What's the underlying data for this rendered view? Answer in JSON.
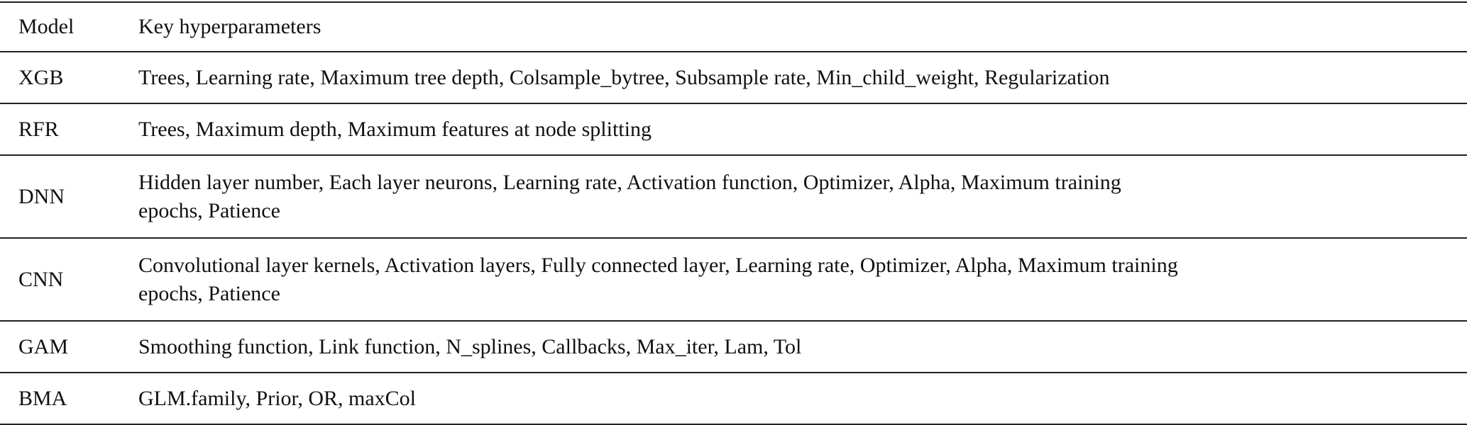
{
  "table": {
    "headers": [
      "Model",
      "Key hyperparameters"
    ],
    "rows": [
      {
        "model": "XGB",
        "params": [
          "Trees, Learning rate, Maximum tree depth, Colsample_bytree, Subsample rate, Min_child_weight, Regularization"
        ]
      },
      {
        "model": "RFR",
        "params": [
          "Trees, Maximum depth, Maximum features at node splitting"
        ]
      },
      {
        "model": "DNN",
        "params": [
          "Hidden layer number, Each layer neurons, Learning rate, Activation function, Optimizer, Alpha, Maximum training",
          "epochs, Patience"
        ]
      },
      {
        "model": "CNN",
        "params": [
          "Convolutional layer kernels, Activation layers, Fully connected layer, Learning rate, Optimizer, Alpha, Maximum training",
          "epochs, Patience"
        ]
      },
      {
        "model": "GAM",
        "params": [
          "Smoothing function, Link function, N_splines, Callbacks, Max_iter, Lam, Tol"
        ]
      },
      {
        "model": "BMA",
        "params": [
          "GLM.family, Prior, OR, maxCol"
        ]
      }
    ]
  }
}
